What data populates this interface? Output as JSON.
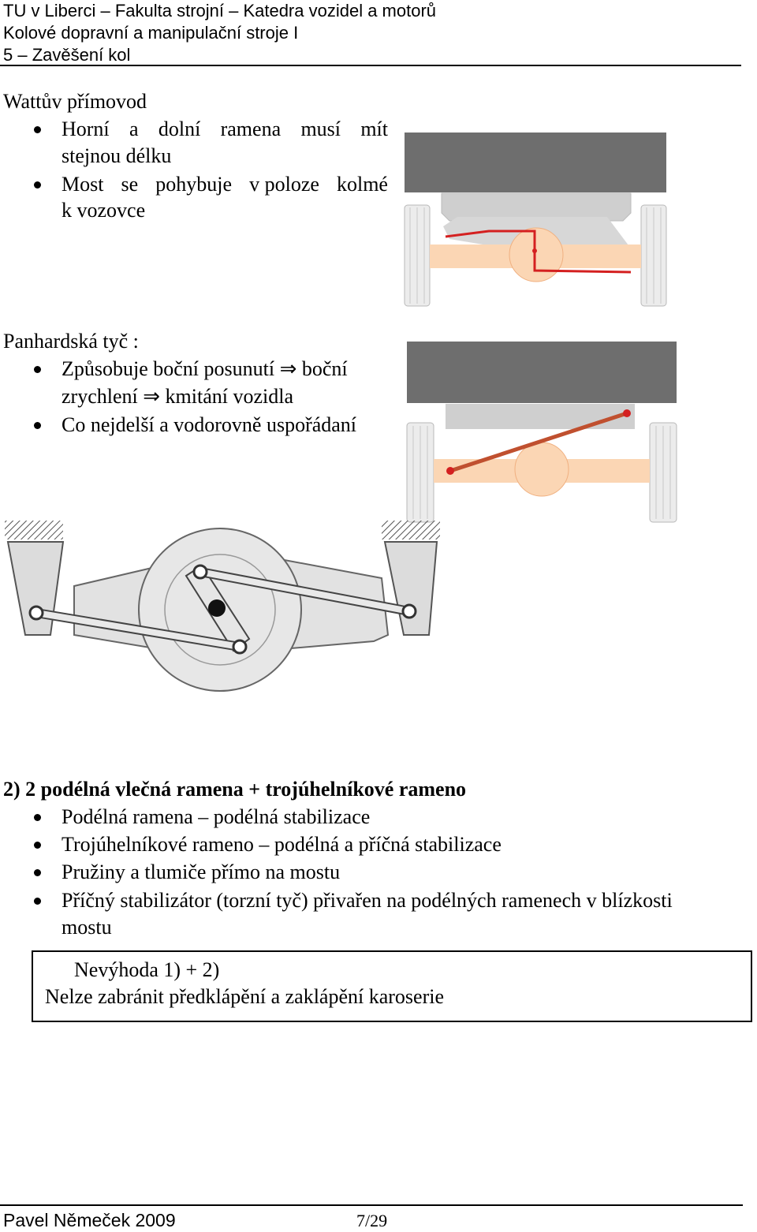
{
  "header": {
    "line1": "TU v Liberci – Fakulta strojní – Katedra vozidel a motorů",
    "line2": "Kolové dopravní a manipulační stroje I",
    "line3": "5 – Zavěšení kol"
  },
  "watt": {
    "title": "Wattův přímovod",
    "b1_l1_words": [
      "Horní",
      "a",
      "dolní",
      "ramena",
      "musí",
      "mít"
    ],
    "b1_l2": "stejnou délku",
    "b2_l1_words": [
      "Most",
      "se",
      "pohybuje",
      "v poloze",
      "kolmé"
    ],
    "b2_l2": "k vozovce"
  },
  "panhard": {
    "title": "Panhardská tyč :",
    "b1_l1a": "Způsobuje boční posunutí",
    "arrow": "⇒",
    "b1_l1b": "boční",
    "b1_l2a": "zrychlení",
    "b1_l2b": "kmitání vozidla",
    "b2": "Co nejdelší a vodorovně uspořádaní"
  },
  "section2": {
    "title": "2) 2 podélná vlečná ramena + trojúhelníkové rameno",
    "items": [
      "Podélná ramena – podélná stabilizace",
      "Trojúhelníkové rameno – podélná a příčná stabilizace",
      "Pružiny a tlumiče přímo na mostu",
      "Příčný stabilizátor (torzní tyč) přivařen na podélných ramenech v blízkosti"
    ],
    "item4_l2": "mostu"
  },
  "note": {
    "line1": "Nevýhoda 1) + 2)",
    "line2": "Nelze zabránit předklápění a zaklápění karoserie"
  },
  "footer": {
    "author": "Pavel Němeček 2009",
    "page": "7/29"
  }
}
